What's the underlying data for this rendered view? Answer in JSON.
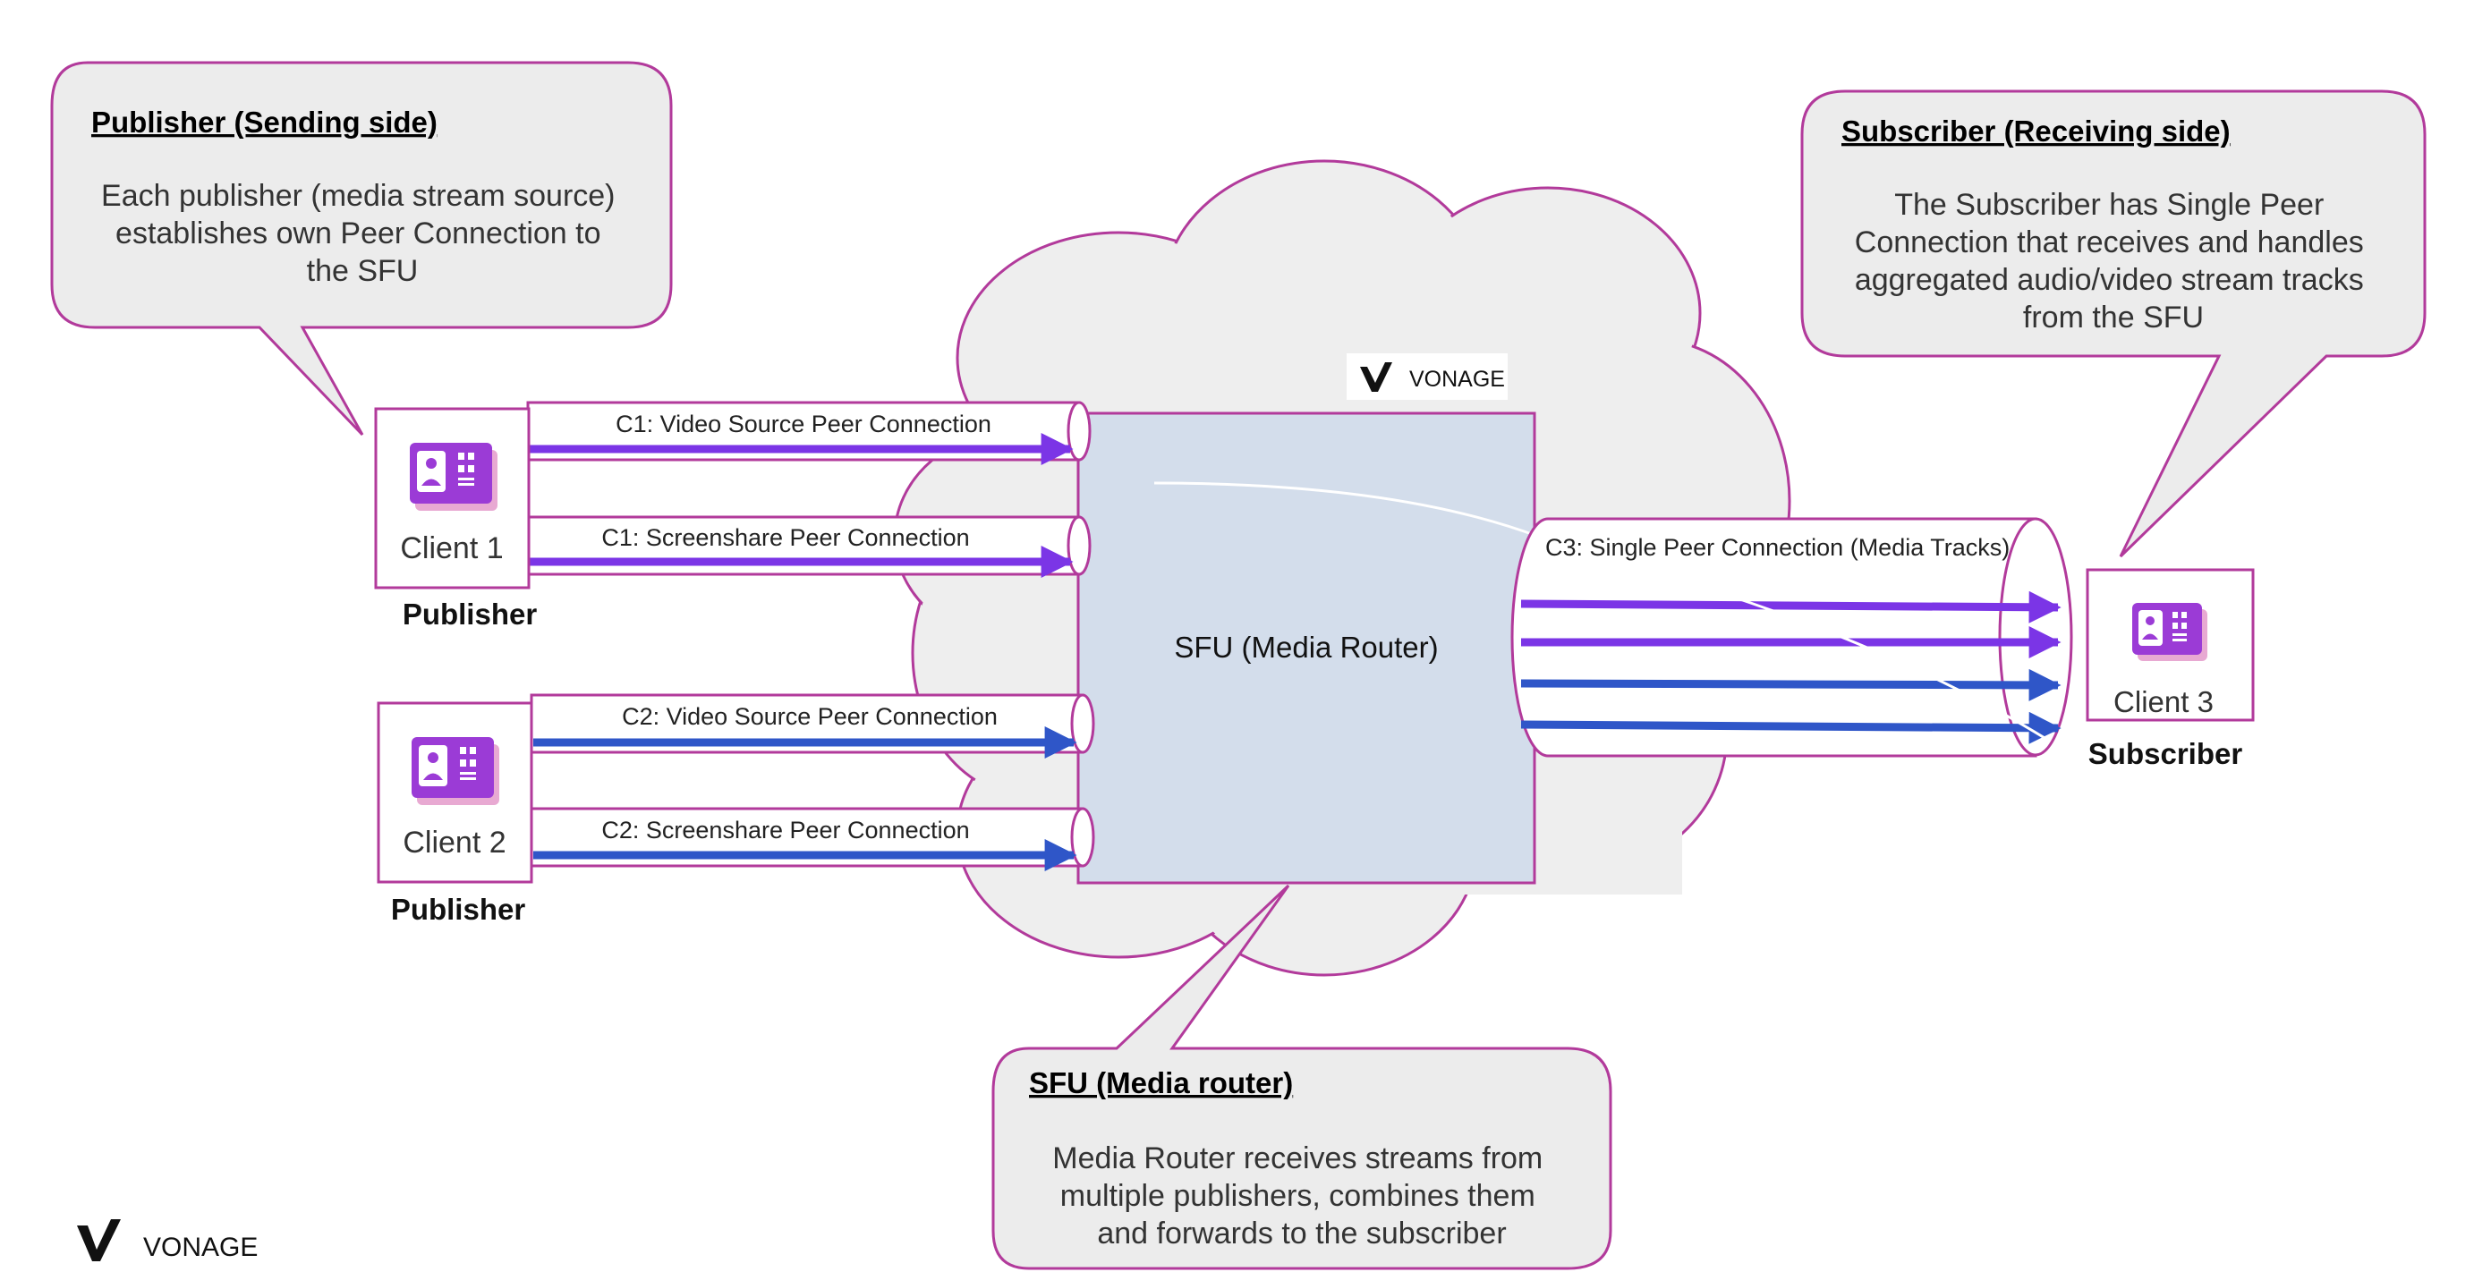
{
  "callouts": {
    "publisher": {
      "title": "Publisher (Sending side)",
      "lines": [
        "Each publisher (media stream source)",
        "establishes own Peer Connection to",
        "the SFU"
      ]
    },
    "subscriber": {
      "title": "Subscriber (Receiving side)",
      "lines": [
        "The Subscriber has Single Peer",
        "Connection that receives and handles",
        "aggregated audio/video stream tracks",
        "from the SFU"
      ]
    },
    "sfu": {
      "title": "SFU (Media router)",
      "lines": [
        "Media Router receives streams from",
        "multiple publishers, combines them",
        "and forwards to the subscriber"
      ]
    }
  },
  "clients": [
    {
      "label": "Client 1",
      "role": "Publisher"
    },
    {
      "label": "Client 2",
      "role": "Publisher"
    },
    {
      "label": "Client 3",
      "role": "Subscriber"
    }
  ],
  "connections": {
    "c1_video": "C1: Video Source Peer Connection",
    "c1_screen": "C1: Screenshare  Peer Connection",
    "c2_video": "C2: Video Source Peer Connection",
    "c2_screen": "C2: Screenshare Peer Connection",
    "c3_single": "C3: Single Peer Connection (Media Tracks)"
  },
  "sfu_box": {
    "label": "SFU (Media Router)"
  },
  "brand": {
    "cloud_logo": "VONAGE",
    "footer_logo": "VONAGE"
  },
  "colors": {
    "magenta": "#b23a9b",
    "purple_arrow": "#7b35e6",
    "blue_arrow": "#2f56c8",
    "callout_fill": "#ececec",
    "cloud_fill": "#eeeeee",
    "sfu_fill": "#d3ddeb"
  }
}
